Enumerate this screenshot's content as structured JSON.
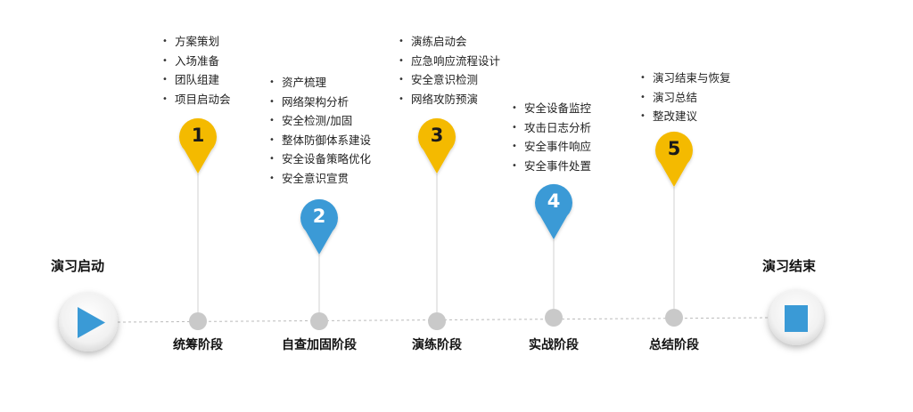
{
  "start": {
    "title": "演习启动",
    "icon": "play-icon"
  },
  "end": {
    "title": "演习结束",
    "icon": "stop-icon"
  },
  "colors": {
    "yellow": "#F4BA00",
    "blue": "#3A9AD6",
    "connector": "#D0D0D0",
    "node": "#C9C9C9",
    "axis": "#BBBBBB"
  },
  "phases": [
    {
      "number": "1",
      "label": "统筹阶段",
      "color": "yellow",
      "tasks": [
        "方案策划",
        "入场准备",
        "团队组建",
        "项目启动会"
      ]
    },
    {
      "number": "2",
      "label": "自查加固阶段",
      "color": "blue",
      "tasks": [
        "资产梳理",
        "网络架构分析",
        "安全检测/加固",
        "整体防御体系建设",
        "安全设备策略优化",
        "安全意识宣贯"
      ]
    },
    {
      "number": "3",
      "label": "演练阶段",
      "color": "yellow",
      "tasks": [
        "演练启动会",
        "应急响应流程设计",
        "安全意识检测",
        "网络攻防预演"
      ]
    },
    {
      "number": "4",
      "label": "实战阶段",
      "color": "blue",
      "tasks": [
        "安全设备监控",
        "攻击日志分析",
        "安全事件响应",
        "安全事件处置"
      ]
    },
    {
      "number": "5",
      "label": "总结阶段",
      "color": "yellow",
      "tasks": [
        "演习结束与恢复",
        "演习总结",
        "整改建议"
      ]
    }
  ]
}
